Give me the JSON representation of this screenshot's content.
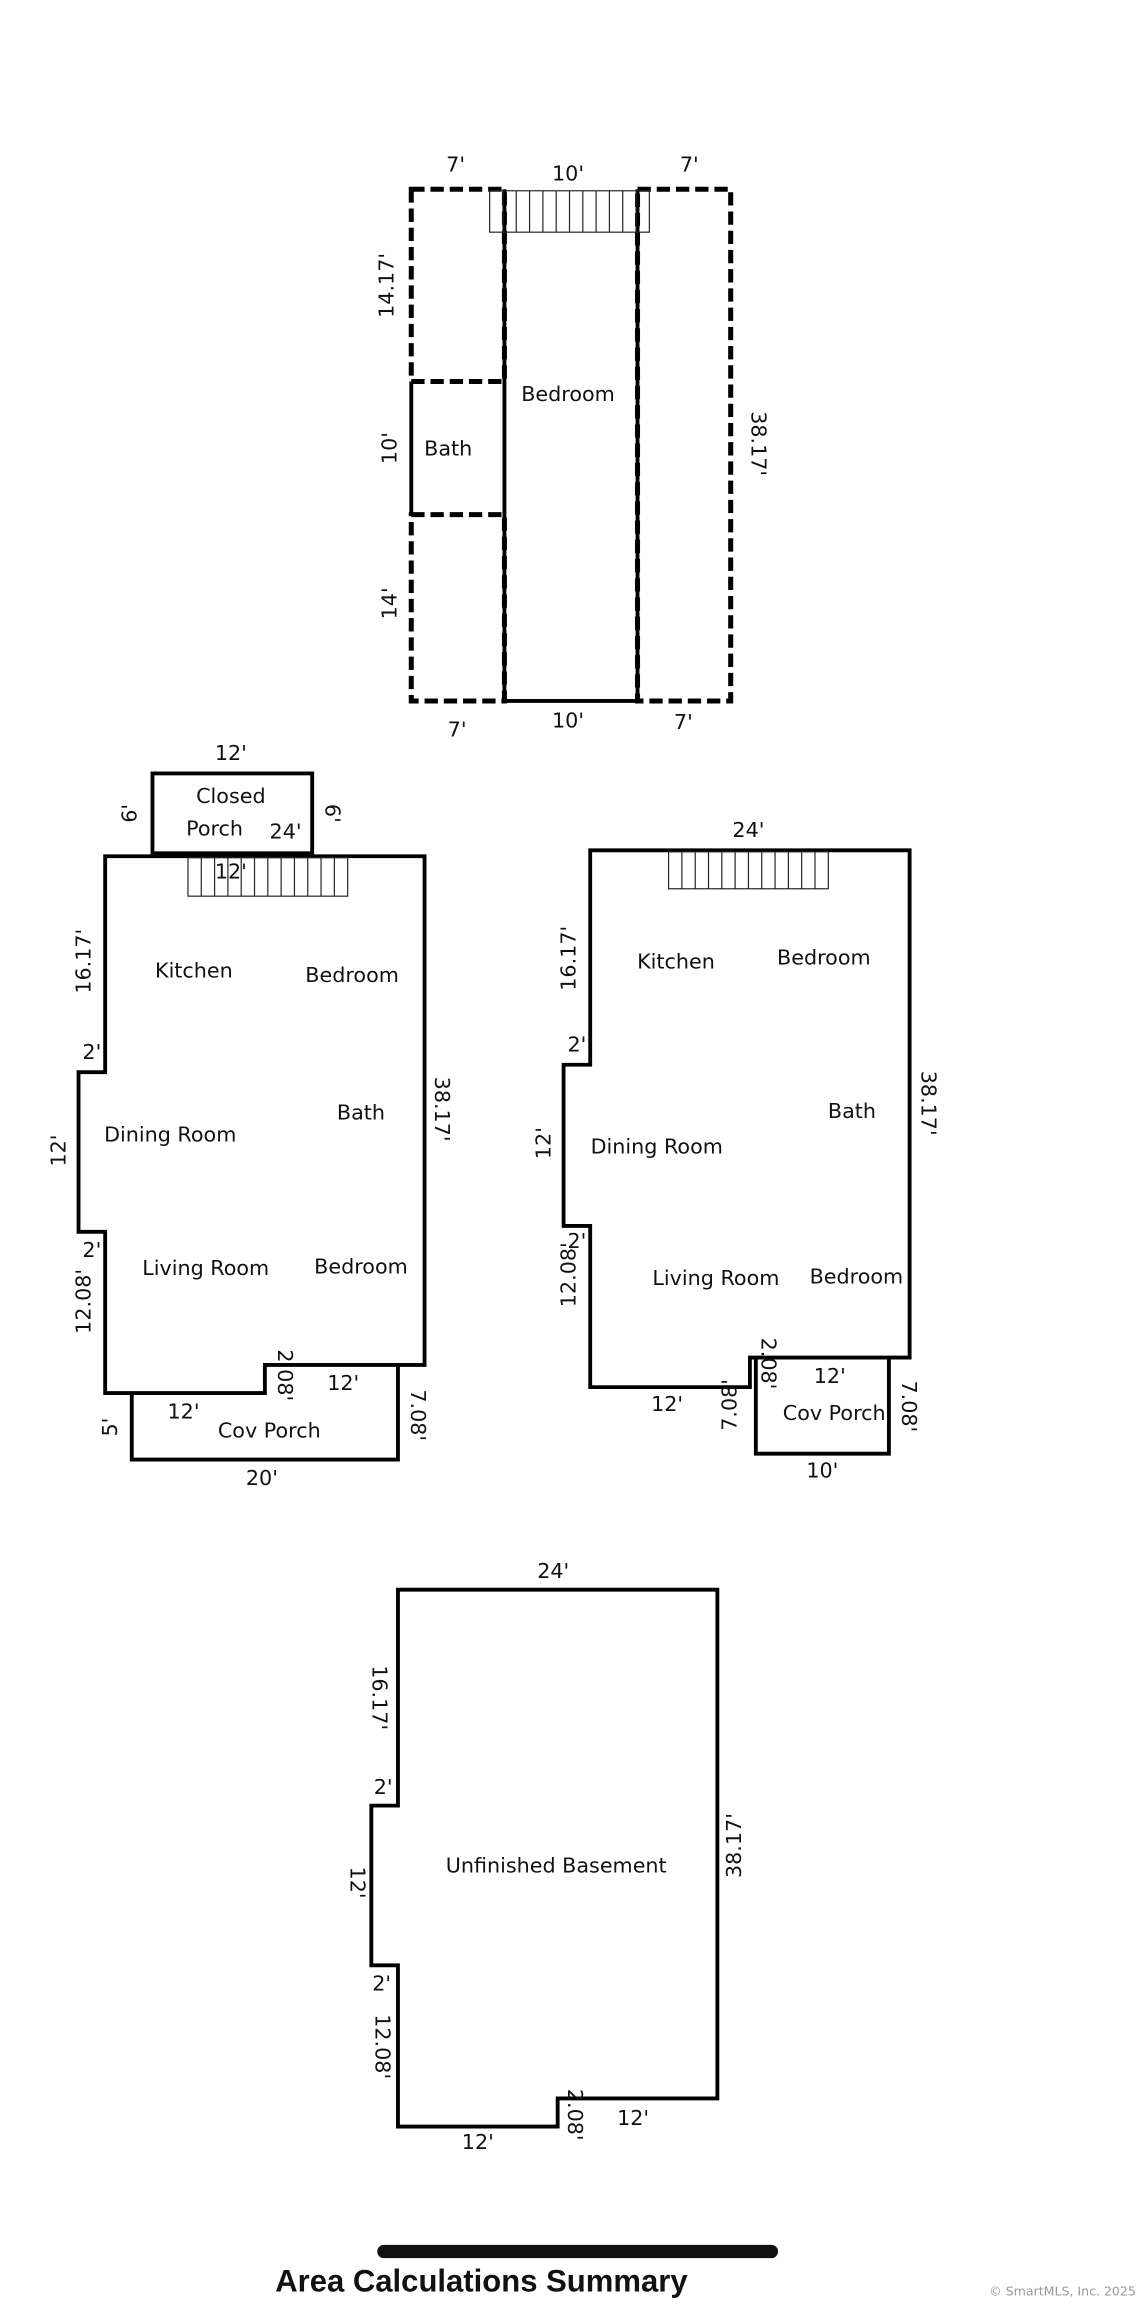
{
  "upper_floor": {
    "labels": [
      "7'",
      "10'",
      "7'",
      "14.17'",
      "Bedroom",
      "Bath",
      "10'",
      "38.17'",
      "14'",
      "7'",
      "10'",
      "7'"
    ]
  },
  "first_floor_left": {
    "labels": [
      "12'",
      "Closed",
      "Porch",
      "24'",
      "12'",
      "6'",
      "6'",
      "16.17'",
      "Kitchen",
      "Bedroom",
      "2'",
      "12'",
      "Dining Room",
      "Bath",
      "38.17'",
      "2'",
      "Living Room",
      "Bedroom",
      "12.08'",
      "2.08'",
      "12'",
      "12'",
      "Cov Porch",
      "5'",
      "7.08'",
      "20'"
    ]
  },
  "first_floor_right": {
    "labels": [
      "24'",
      "16.17'",
      "Kitchen",
      "Bedroom",
      "2'",
      "12'",
      "Dining Room",
      "Bath",
      "38.17'",
      "2'",
      "Living Room",
      "Bedroom",
      "12.08'",
      "2.08'",
      "12'",
      "7.08'",
      "Cov Porch",
      "7.08'",
      "12'",
      "10'"
    ]
  },
  "basement": {
    "labels": [
      "24'",
      "16.17'",
      "2'",
      "12'",
      "Unfinished Basement",
      "38.17'",
      "2'",
      "12.08'",
      "2.08'",
      "12'",
      "12'"
    ]
  },
  "footer": {
    "title": "Area Calculations Summary",
    "copyright": "© SmartMLS, Inc.  2025"
  }
}
